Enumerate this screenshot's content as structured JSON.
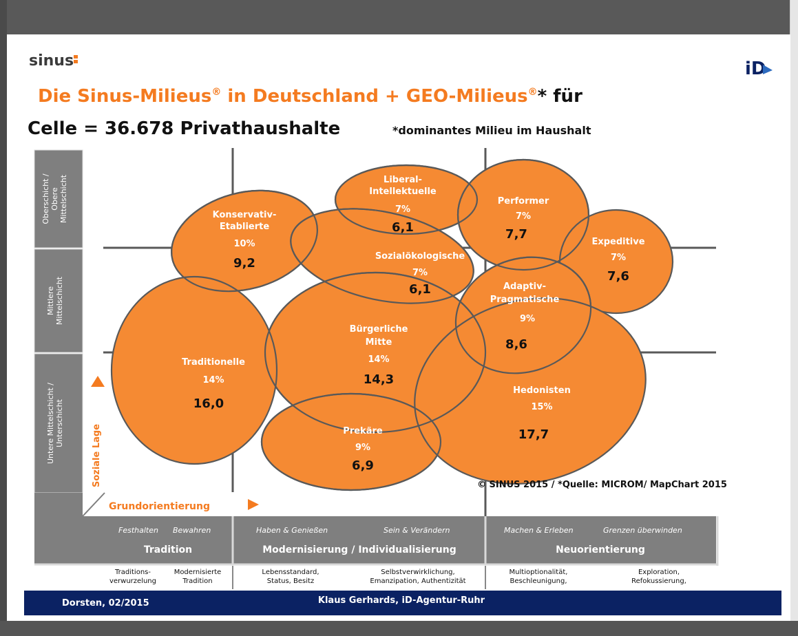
{
  "brand": {
    "logo_text": "sinus",
    "id_logo": "iD"
  },
  "title": {
    "line1_part1": "Die Sinus-Milieus",
    "line1_part2": " in Deutschland + GEO-Milieus",
    "line1_part3": "* für",
    "reg_mark": "®",
    "line2": "Celle = 36.678 Privathaushalte",
    "note": "*dominantes Milieu im Haushalt"
  },
  "y_axis": {
    "label": "Soziale Lage",
    "bands": [
      {
        "line1": "Oberschicht /",
        "line2": "Obere",
        "line3": "Mittelschicht"
      },
      {
        "line1": "Mittlere",
        "line2": "Mittelschicht",
        "line3": ""
      },
      {
        "line1": "Untere Mittelschicht /",
        "line2": "Unterschicht",
        "line3": ""
      }
    ]
  },
  "x_axis": {
    "label": "Grundorientierung",
    "groups": [
      {
        "sub_left": "Festhalten",
        "sub_right": "Bewahren",
        "title": "Tradition"
      },
      {
        "sub_left": "Haben & Genießen",
        "sub_right": "Sein & Verändern",
        "title": "Modernisierung / Individualisierung"
      },
      {
        "sub_left": "Machen & Erleben",
        "sub_right": "Grenzen überwinden",
        "title": "Neuorientierung"
      }
    ],
    "subnotes": [
      {
        "l1": "Traditions-",
        "l2": "verwurzelung"
      },
      {
        "l1": "Modernisierte",
        "l2": "Tradition"
      },
      {
        "l1": "Lebensstandard,",
        "l2": "Status, Besitz"
      },
      {
        "l1": "Selbstverwirklichung,",
        "l2": "Emanzipation, Authentizität"
      },
      {
        "l1": "Multioptionalität,",
        "l2": "Beschleunigung,"
      },
      {
        "l1": "Exploration,",
        "l2": "Refokussierung,"
      }
    ]
  },
  "milieus": [
    {
      "name1": "Konservativ-",
      "name2": "Etablierte",
      "share": "10%",
      "value": "9,2"
    },
    {
      "name1": "Liberal-",
      "name2": "Intellektuelle",
      "share": "7%",
      "value": "6,1"
    },
    {
      "name1": "Performer",
      "name2": "",
      "share": "7%",
      "value": "7,7"
    },
    {
      "name1": "Expeditive",
      "name2": "",
      "share": "7%",
      "value": "7,6"
    },
    {
      "name1": "Sozialökologische",
      "name2": "",
      "share": "7%",
      "value": "6,1"
    },
    {
      "name1": "Adaptiv-",
      "name2": "Pragmatische",
      "share": "9%",
      "value": "8,6"
    },
    {
      "name1": "Bürgerliche",
      "name2": "Mitte",
      "share": "14%",
      "value": "14,3"
    },
    {
      "name1": "Traditionelle",
      "name2": "",
      "share": "14%",
      "value": "16,0"
    },
    {
      "name1": "Prekäre",
      "name2": "",
      "share": "9%",
      "value": "6,9"
    },
    {
      "name1": "Hedonisten",
      "name2": "",
      "share": "15%",
      "value": "17,7"
    }
  ],
  "source": "© SINUS 2015 / *Quelle: MICROM/ MapChart 2015",
  "footer": {
    "left": "Dorsten, 02/2015",
    "center": "Klaus Gerhards, iD-Agentur-Ruhr"
  },
  "colors": {
    "accent": "#F47B20",
    "bubble": "#F58A33",
    "bubble_stroke": "#595959",
    "gray": "#7f7f7f",
    "footer_bg": "#0B2263"
  }
}
